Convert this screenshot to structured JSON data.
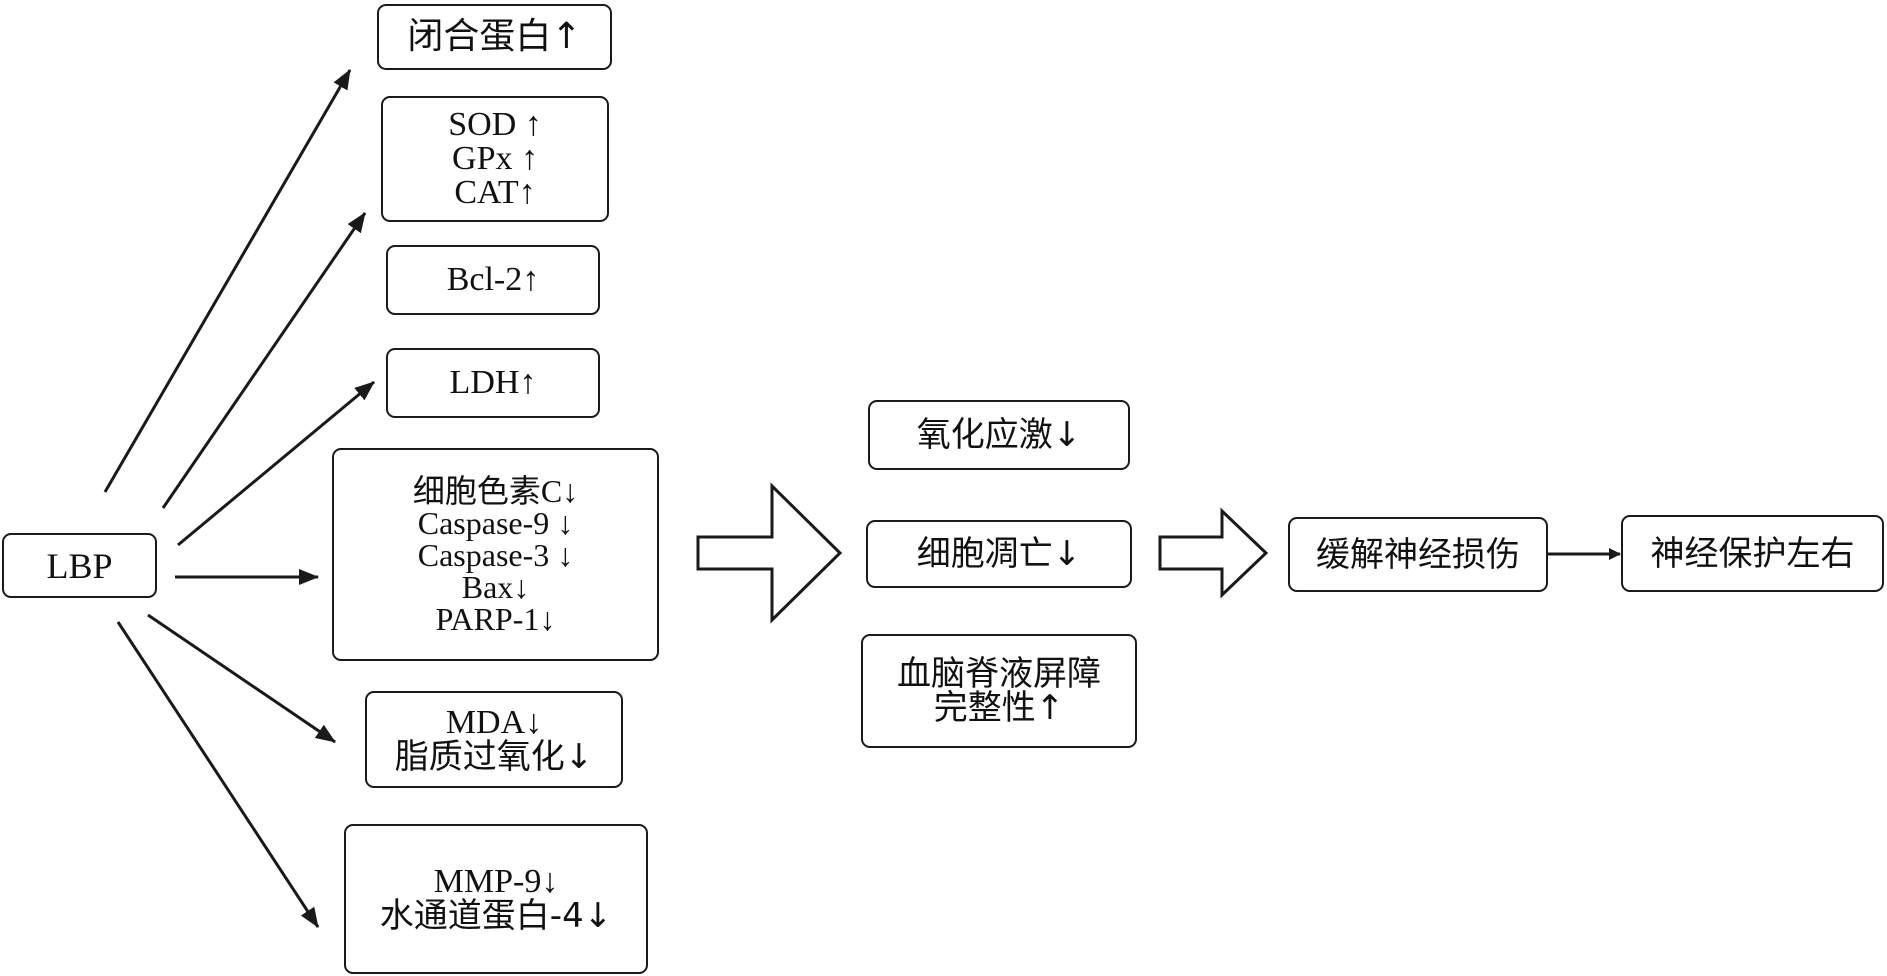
{
  "colors": {
    "stroke": "#1a1a1a",
    "text": "#111111"
  },
  "nodes": {
    "lbp": {
      "lines": [
        "LBP"
      ]
    },
    "tight_junction": {
      "lines": [
        "闭合蛋白↑"
      ]
    },
    "antioxidant_enzymes": {
      "lines": [
        "SOD ↑",
        "GPx ↑",
        "CAT↑"
      ]
    },
    "bcl2": {
      "lines": [
        "Bcl-2↑"
      ]
    },
    "ldh": {
      "lines": [
        "LDH↑"
      ]
    },
    "apoptosis_markers": {
      "lines": [
        "细胞色素C↓",
        "Caspase-9 ↓",
        "Caspase-3 ↓",
        "Bax↓",
        "PARP-1↓"
      ]
    },
    "lipid_markers": {
      "lines": [
        "MDA↓",
        "脂质过氧化↓"
      ]
    },
    "bbb_markers": {
      "lines": [
        "MMP-9↓",
        "水通道蛋白-4↓"
      ]
    },
    "oxidative_stress": {
      "lines": [
        "氧化应激↓"
      ]
    },
    "cell_apoptosis": {
      "lines": [
        "细胞凋亡↓"
      ]
    },
    "bbb_integrity": {
      "lines": [
        "血脑脊液屏障",
        "完整性↑"
      ]
    },
    "relieve_injury": {
      "lines": [
        "缓解神经损伤"
      ]
    },
    "neuroprotection": {
      "lines": [
        "神经保护左右"
      ]
    }
  },
  "edges": [
    {
      "from": "lbp",
      "to": "tight_junction"
    },
    {
      "from": "lbp",
      "to": "antioxidant_enzymes"
    },
    {
      "from": "lbp",
      "to": "ldh"
    },
    {
      "from": "lbp",
      "to": "apoptosis_markers"
    },
    {
      "from": "lbp",
      "to": "lipid_markers"
    },
    {
      "from": "lbp",
      "to": "bbb_markers"
    },
    {
      "from": "left_group",
      "to": "middle_group",
      "style": "hollow-block"
    },
    {
      "from": "middle_group",
      "to": "relieve_injury",
      "style": "hollow-block"
    },
    {
      "from": "relieve_injury",
      "to": "neuroprotection"
    }
  ]
}
